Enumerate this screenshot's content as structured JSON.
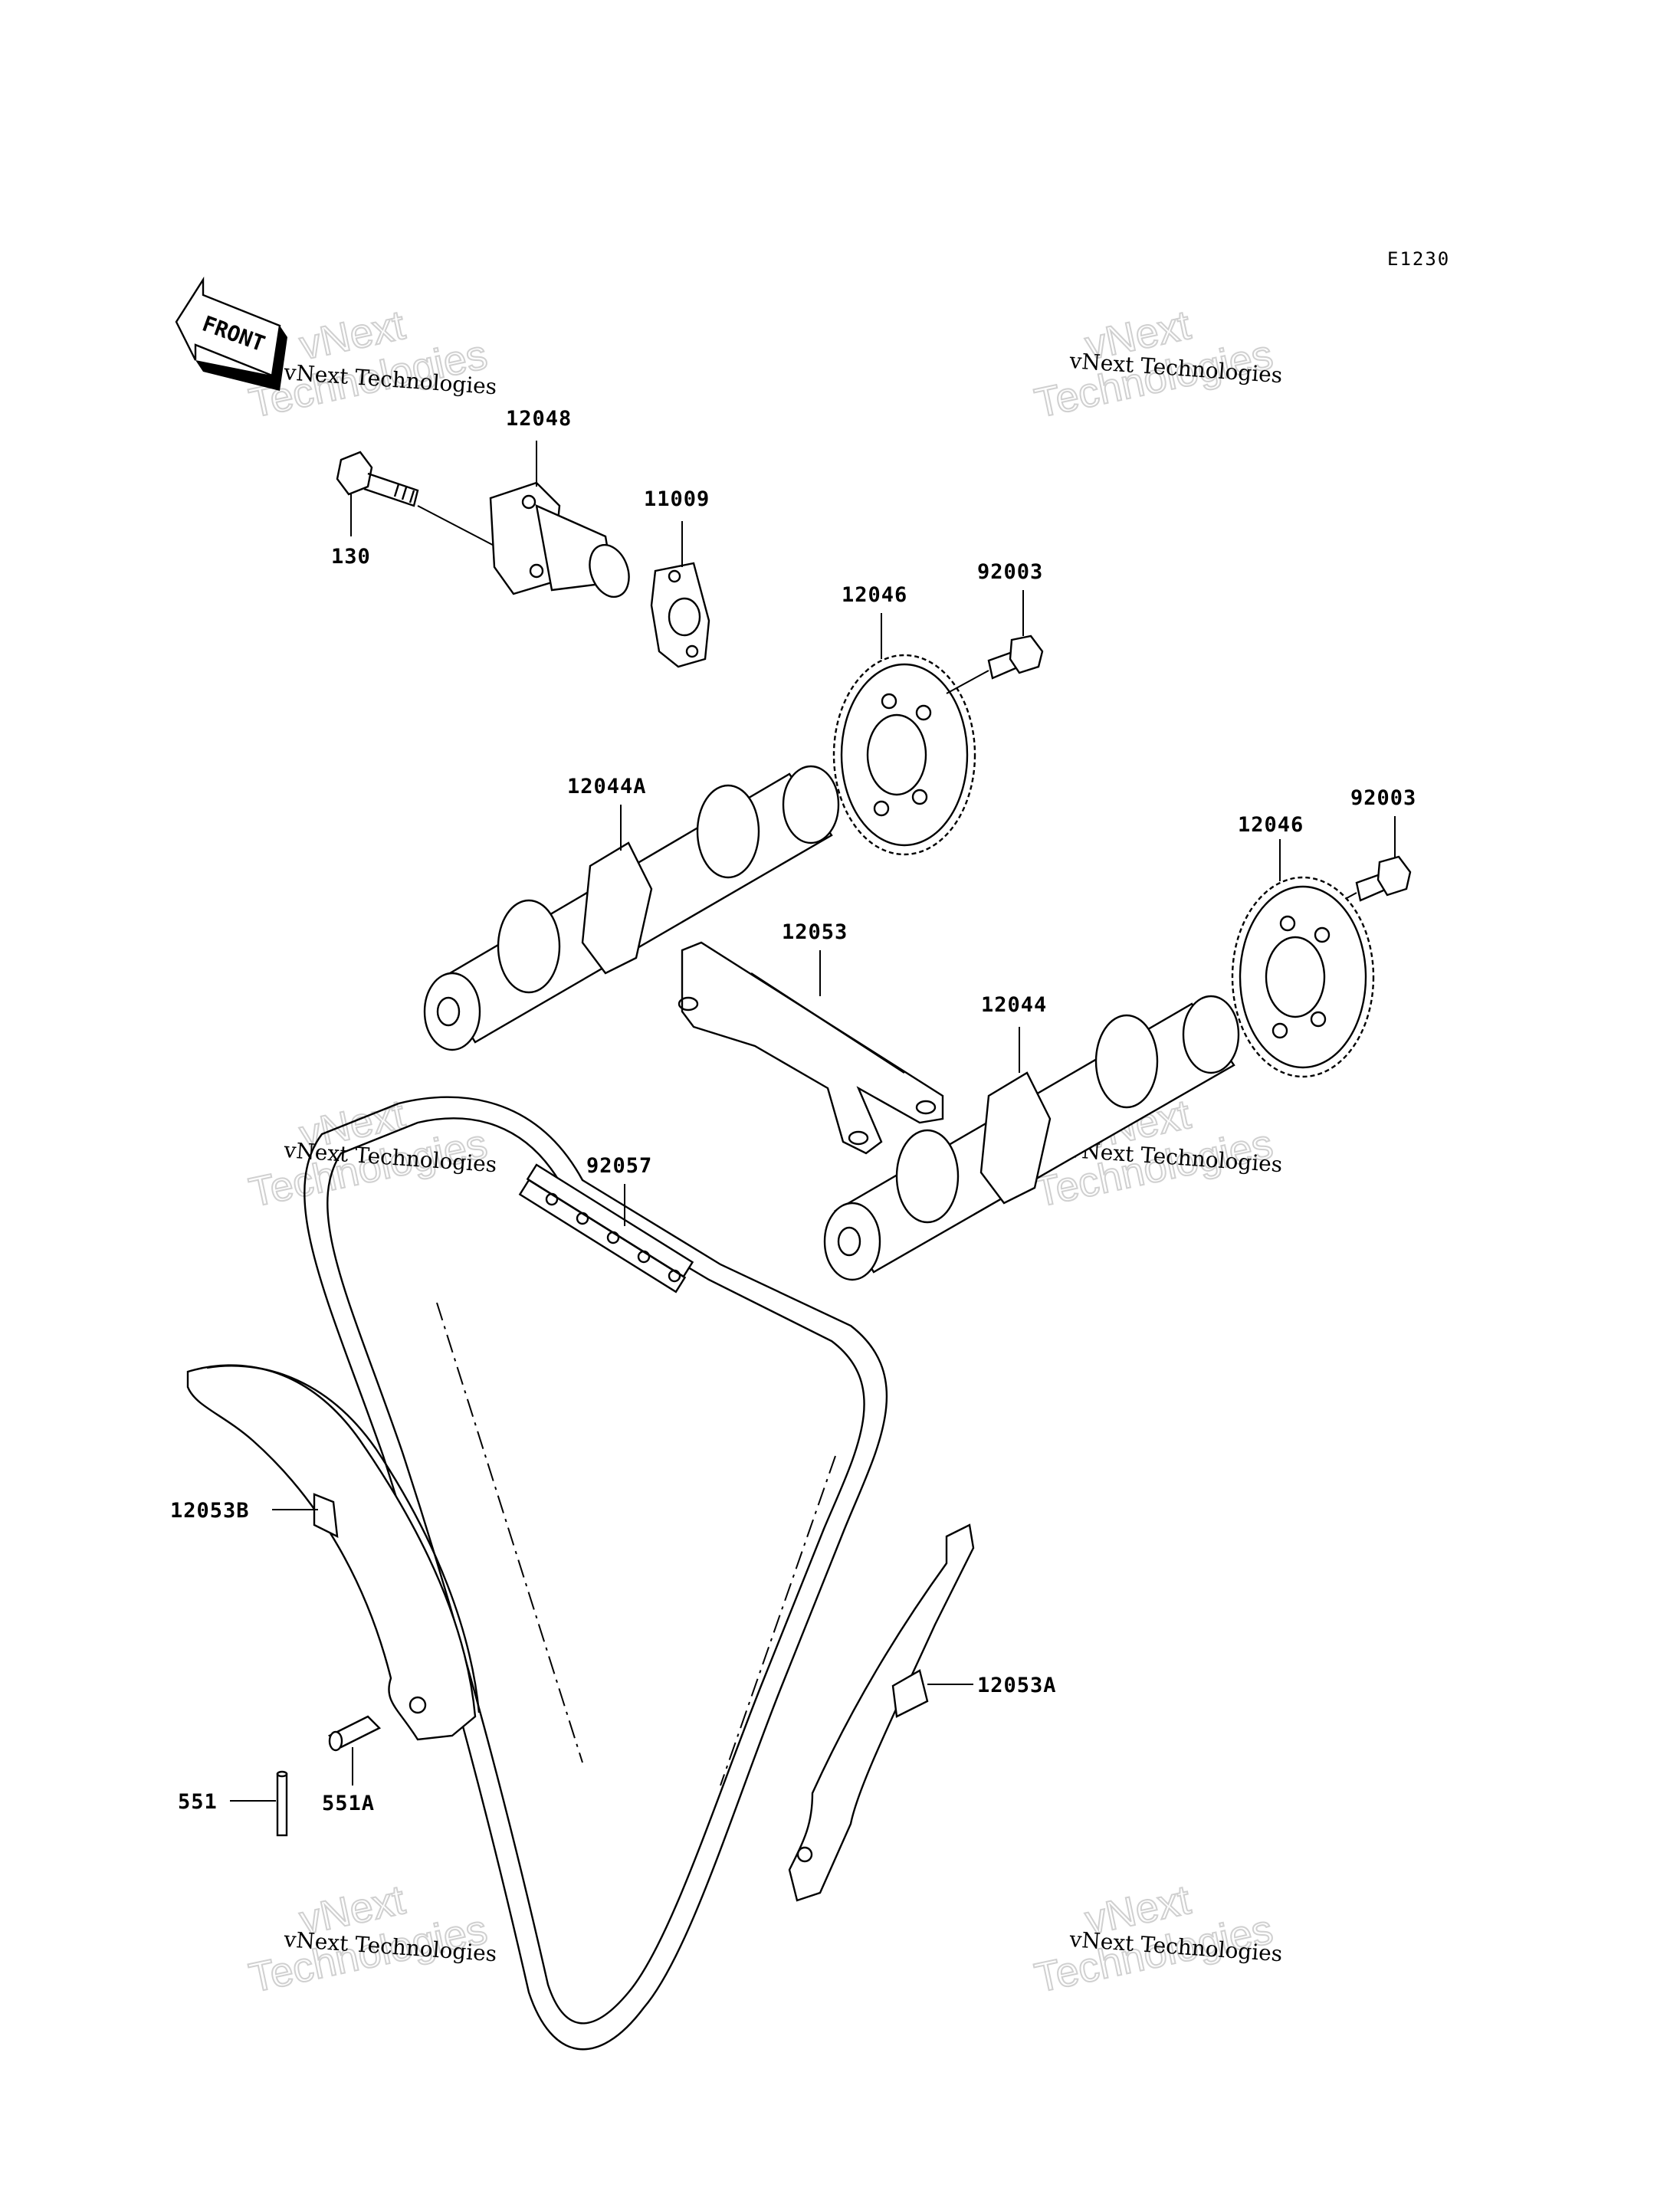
{
  "diagram_code": "E1230",
  "front_arrow_label": "FRONT",
  "watermark": {
    "company": "vNext Technologies",
    "line1": "vNext",
    "line2": "Technologies"
  },
  "parts": {
    "p12048": "12048",
    "p130": "130",
    "p11009": "11009",
    "p92003_upper": "92003",
    "p12046_upper": "12046",
    "p12044A": "12044A",
    "p92003_lower": "92003",
    "p12046_lower": "12046",
    "p12053": "12053",
    "p12044": "12044",
    "p92057": "92057",
    "p12053B": "12053B",
    "p12053A": "12053A",
    "p551": "551",
    "p551A": "551A"
  }
}
